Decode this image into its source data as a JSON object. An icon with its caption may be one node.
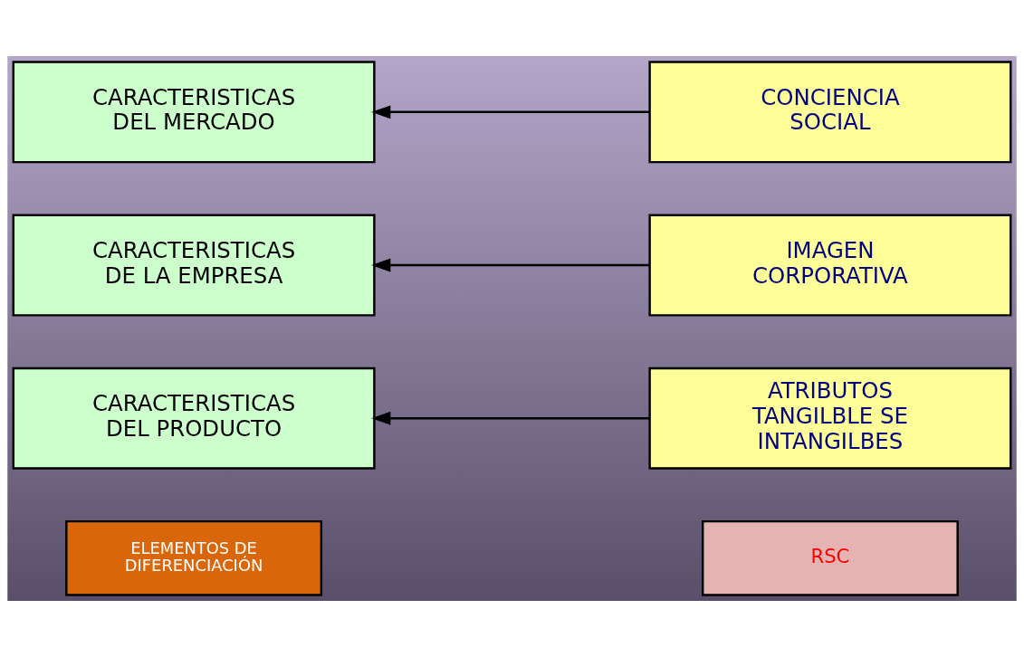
{
  "diagram": {
    "nodes": [
      {
        "text": [
          "ELEMENTOS DE DIFERENCIACIÓN"
        ]
      },
      {
        "text": [
          "RSC"
        ]
      },
      {
        "text": [
          "CARACTERISTICAS DEL PRODUCTO"
        ]
      },
      {
        "text": [
          "ATRIBUTOS TANGILBLE SE INTANGILBES"
        ]
      },
      {
        "text": [
          "CARACTERISTICAS DE LA EMPRESA"
        ]
      },
      {
        "text": [
          "IMAGEN CORPORATIVA"
        ]
      },
      {
        "text": [
          "CARACTERISTICAS DEL MERCADO"
        ]
      },
      {
        "text": [
          "CONCIENCIA SOCIAL"
        ]
      }
    ],
    "edges": [
      {
        "from": 3,
        "to": 2,
        "arrow": "to"
      },
      {
        "from": 5,
        "to": 4,
        "arrow": "to"
      },
      {
        "from": 7,
        "to": 6,
        "arrow": "to"
      }
    ]
  }
}
